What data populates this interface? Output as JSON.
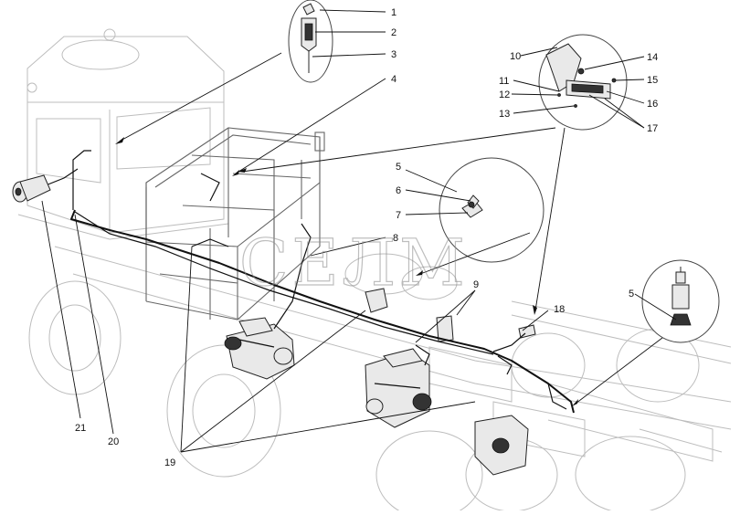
{
  "watermark": "СЕЛМ",
  "callouts": [
    {
      "id": "c1",
      "text": "1"
    },
    {
      "id": "c2",
      "text": "2"
    },
    {
      "id": "c3",
      "text": "3"
    },
    {
      "id": "c4",
      "text": "4"
    },
    {
      "id": "c5a",
      "text": "5"
    },
    {
      "id": "c6",
      "text": "6"
    },
    {
      "id": "c7",
      "text": "7"
    },
    {
      "id": "c8",
      "text": "8"
    },
    {
      "id": "c9",
      "text": "9"
    },
    {
      "id": "c10",
      "text": "10"
    },
    {
      "id": "c11",
      "text": "11"
    },
    {
      "id": "c12",
      "text": "12"
    },
    {
      "id": "c13",
      "text": "13"
    },
    {
      "id": "c14",
      "text": "14"
    },
    {
      "id": "c15",
      "text": "15"
    },
    {
      "id": "c16",
      "text": "16"
    },
    {
      "id": "c17",
      "text": "17"
    },
    {
      "id": "c18",
      "text": "18"
    },
    {
      "id": "c5b",
      "text": "5"
    },
    {
      "id": "c19",
      "text": "19"
    },
    {
      "id": "c20",
      "text": "20"
    },
    {
      "id": "c21",
      "text": "21"
    }
  ]
}
